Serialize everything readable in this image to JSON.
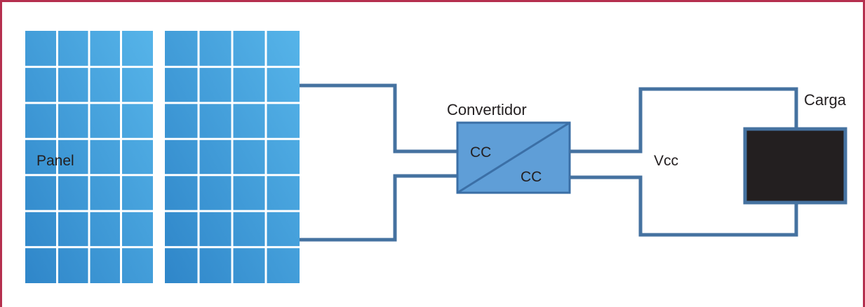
{
  "labels": {
    "panel": "Panel",
    "converter": "Convertidor",
    "converter_in": "CC",
    "converter_out": "CC",
    "voltage": "Vcc",
    "load": "Carga"
  },
  "panels": {
    "count": 2,
    "rows": 7,
    "cols": 4
  },
  "colors": {
    "frame": "#b5304f",
    "wire": "#4572a0",
    "panel_light": "#56b4e9",
    "panel_dark": "#2f86c9",
    "panel_grid": "#ffffff",
    "converter_fill": "#5f9ed7",
    "converter_border": "#3b6fa6",
    "load_fill": "#231f20",
    "load_border": "#4572a0"
  }
}
